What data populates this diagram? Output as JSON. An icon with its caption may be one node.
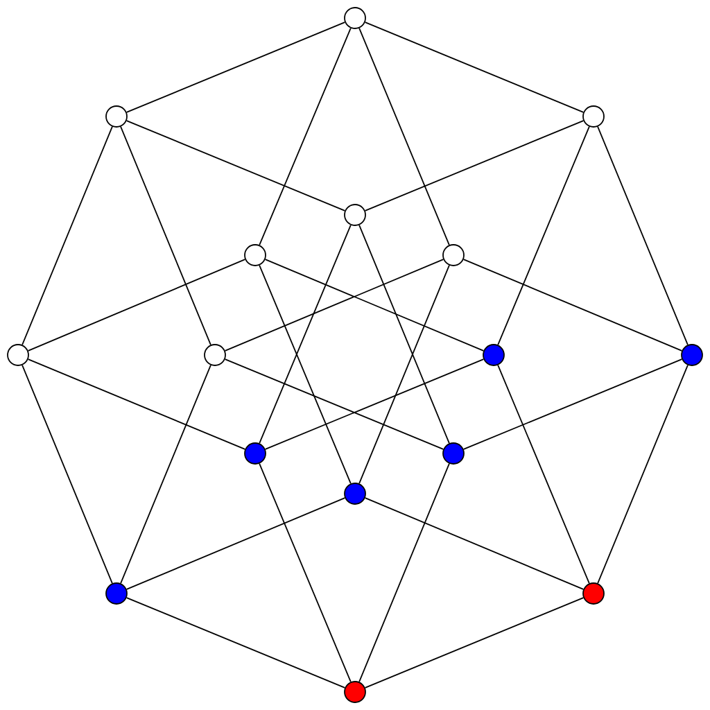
{
  "diagram": {
    "nodes": [
      {
        "text": [],
        "shape": "circle"
      },
      {
        "text": [],
        "shape": "circle"
      },
      {
        "text": [],
        "shape": "circle"
      },
      {
        "text": [],
        "shape": "circle"
      },
      {
        "text": [],
        "shape": "circle"
      },
      {
        "text": [],
        "shape": "circle"
      },
      {
        "text": [],
        "shape": "circle"
      },
      {
        "text": [],
        "shape": "circle"
      },
      {
        "text": [],
        "shape": "circle"
      },
      {
        "text": [],
        "shape": "circle"
      },
      {
        "text": [],
        "shape": "circle"
      },
      {
        "text": [],
        "shape": "circle"
      },
      {
        "text": [],
        "shape": "circle"
      },
      {
        "text": [],
        "shape": "circle"
      },
      {
        "text": [],
        "shape": "circle"
      },
      {
        "text": [],
        "shape": "circle"
      }
    ],
    "edges": [
      {
        "from": 0,
        "to": 2,
        "arrow": "none"
      },
      {
        "from": 2,
        "to": 9,
        "arrow": "none"
      },
      {
        "from": 9,
        "to": 14,
        "arrow": "none"
      },
      {
        "from": 14,
        "to": 15,
        "arrow": "none"
      },
      {
        "from": 15,
        "to": 13,
        "arrow": "none"
      },
      {
        "from": 13,
        "to": 6,
        "arrow": "none"
      },
      {
        "from": 6,
        "to": 1,
        "arrow": "none"
      },
      {
        "from": 1,
        "to": 0,
        "arrow": "none"
      },
      {
        "from": 0,
        "to": 4,
        "arrow": "none"
      },
      {
        "from": 0,
        "to": 5,
        "arrow": "none"
      },
      {
        "from": 2,
        "to": 3,
        "arrow": "none"
      },
      {
        "from": 2,
        "to": 8,
        "arrow": "none"
      },
      {
        "from": 9,
        "to": 5,
        "arrow": "none"
      },
      {
        "from": 9,
        "to": 11,
        "arrow": "none"
      },
      {
        "from": 14,
        "to": 8,
        "arrow": "none"
      },
      {
        "from": 14,
        "to": 12,
        "arrow": "none"
      },
      {
        "from": 15,
        "to": 10,
        "arrow": "none"
      },
      {
        "from": 15,
        "to": 11,
        "arrow": "none"
      },
      {
        "from": 13,
        "to": 7,
        "arrow": "none"
      },
      {
        "from": 13,
        "to": 12,
        "arrow": "none"
      },
      {
        "from": 6,
        "to": 4,
        "arrow": "none"
      },
      {
        "from": 6,
        "to": 10,
        "arrow": "none"
      },
      {
        "from": 1,
        "to": 3,
        "arrow": "none"
      },
      {
        "from": 1,
        "to": 7,
        "arrow": "none"
      },
      {
        "from": 3,
        "to": 11,
        "arrow": "none"
      },
      {
        "from": 5,
        "to": 12,
        "arrow": "none"
      },
      {
        "from": 8,
        "to": 10,
        "arrow": "none"
      },
      {
        "from": 11,
        "to": 7,
        "arrow": "none"
      },
      {
        "from": 12,
        "to": 4,
        "arrow": "none"
      },
      {
        "from": 10,
        "to": 3,
        "arrow": "none"
      },
      {
        "from": 7,
        "to": 5,
        "arrow": "none"
      },
      {
        "from": 4,
        "to": 8,
        "arrow": "none"
      }
    ]
  }
}
